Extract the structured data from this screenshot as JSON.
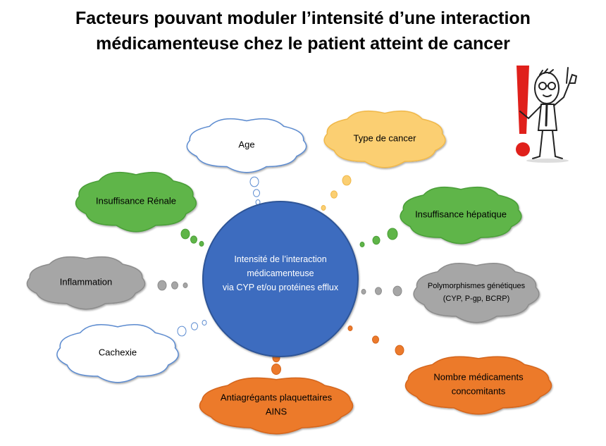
{
  "title": {
    "line1": "Facteurs pouvant moduler l’intensité d’une interaction",
    "line2": "médicamenteuse chez le patient atteint de cancer"
  },
  "center": {
    "lines": [
      "Intensité de l’interaction",
      "médicamenteuse",
      "via CYP et/ou protéines efflux"
    ],
    "color": "#3d6cbf"
  },
  "factors": [
    {
      "id": "age",
      "lines": [
        "Age"
      ],
      "color": "#ffffff",
      "stroke": "#5b8bd0",
      "text_color": "#000000"
    },
    {
      "id": "type-cancer",
      "lines": [
        "Type de cancer"
      ],
      "color": "#fbcf72",
      "stroke": "#f0b84a",
      "text_color": "#000000"
    },
    {
      "id": "insuffisance-renale",
      "lines": [
        "Insuffisance Rénale"
      ],
      "color": "#5fb548",
      "stroke": "#4a9e37",
      "text_color": "#000000"
    },
    {
      "id": "insuffisance-hepatique",
      "lines": [
        "Insuffisance hépatique"
      ],
      "color": "#5fb548",
      "stroke": "#4a9e37",
      "text_color": "#000000"
    },
    {
      "id": "inflammation",
      "lines": [
        "Inflammation"
      ],
      "color": "#a6a6a6",
      "stroke": "#8c8c8c",
      "text_color": "#000000"
    },
    {
      "id": "polymorphismes",
      "lines": [
        "Polymorphismes génétiques",
        "(CYP, P-gp, BCRP)"
      ],
      "color": "#a6a6a6",
      "stroke": "#8c8c8c",
      "text_color": "#000000"
    },
    {
      "id": "cachexie",
      "lines": [
        "Cachexie"
      ],
      "color": "#ffffff",
      "stroke": "#5b8bd0",
      "text_color": "#000000"
    },
    {
      "id": "antiagregants",
      "lines": [
        "Antiagrégants plaquettaires",
        "AINS"
      ],
      "color": "#ec7a2c",
      "stroke": "#d4651b",
      "text_color": "#000000"
    },
    {
      "id": "nombre-medicaments",
      "lines": [
        "Nombre médicaments",
        "concomitants"
      ],
      "color": "#ec7a2c",
      "stroke": "#d4651b",
      "text_color": "#000000"
    }
  ],
  "icons": [
    "exclamation-mark-icon",
    "stick-figure-pointing-icon"
  ],
  "colors": {
    "exclamation": "#e0201b"
  }
}
